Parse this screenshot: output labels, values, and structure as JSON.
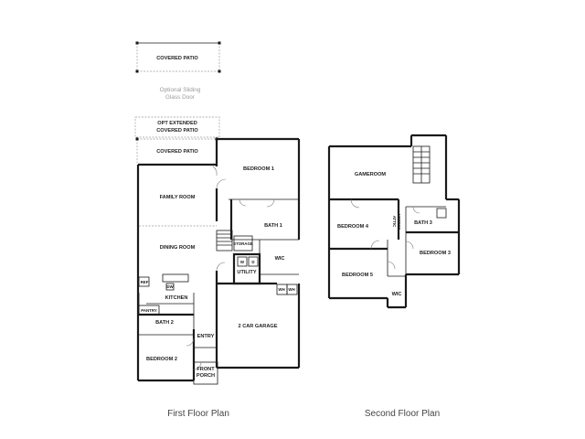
{
  "first_floor": {
    "caption": "First Floor Plan",
    "optional_patio_label": "COVERED PATIO",
    "sliding_door_note": [
      "Optional Sliding",
      "Glass Door"
    ],
    "extended_patio_label": [
      "OPT EXTENDED",
      "COVERED PATIO"
    ],
    "covered_patio": "COVERED PATIO",
    "bedroom_1": "BEDROOM 1",
    "family_room": "FAMILY ROOM",
    "bath_1": "BATH 1",
    "storage": "STORAGE",
    "dining_room": "DINING ROOM",
    "washer": "W",
    "dryer": "D",
    "wic": "WIC",
    "utility": "UTILITY",
    "dishwasher": "DW",
    "refrigerator": "REF",
    "kitchen": "KITCHEN",
    "water_heater_1": "WH",
    "water_heater_2": "WH",
    "pantry": "PANTRY",
    "bath_2": "BATH 2",
    "garage": "2 CAR GARAGE",
    "entry": "ENTRY",
    "bedroom_2": "BEDROOM 2",
    "front_porch": [
      "FRONT",
      "PORCH"
    ]
  },
  "second_floor": {
    "caption": "Second Floor Plan",
    "gameroom": "GAMEROOM",
    "bedroom_4": "BEDROOM 4",
    "attic_access": [
      "ATTIC",
      "ACCESS"
    ],
    "bath_3": "BATH 3",
    "bedroom_3": "BEDROOM 3",
    "bedroom_5": "BEDROOM 5",
    "wic": "WIC"
  }
}
